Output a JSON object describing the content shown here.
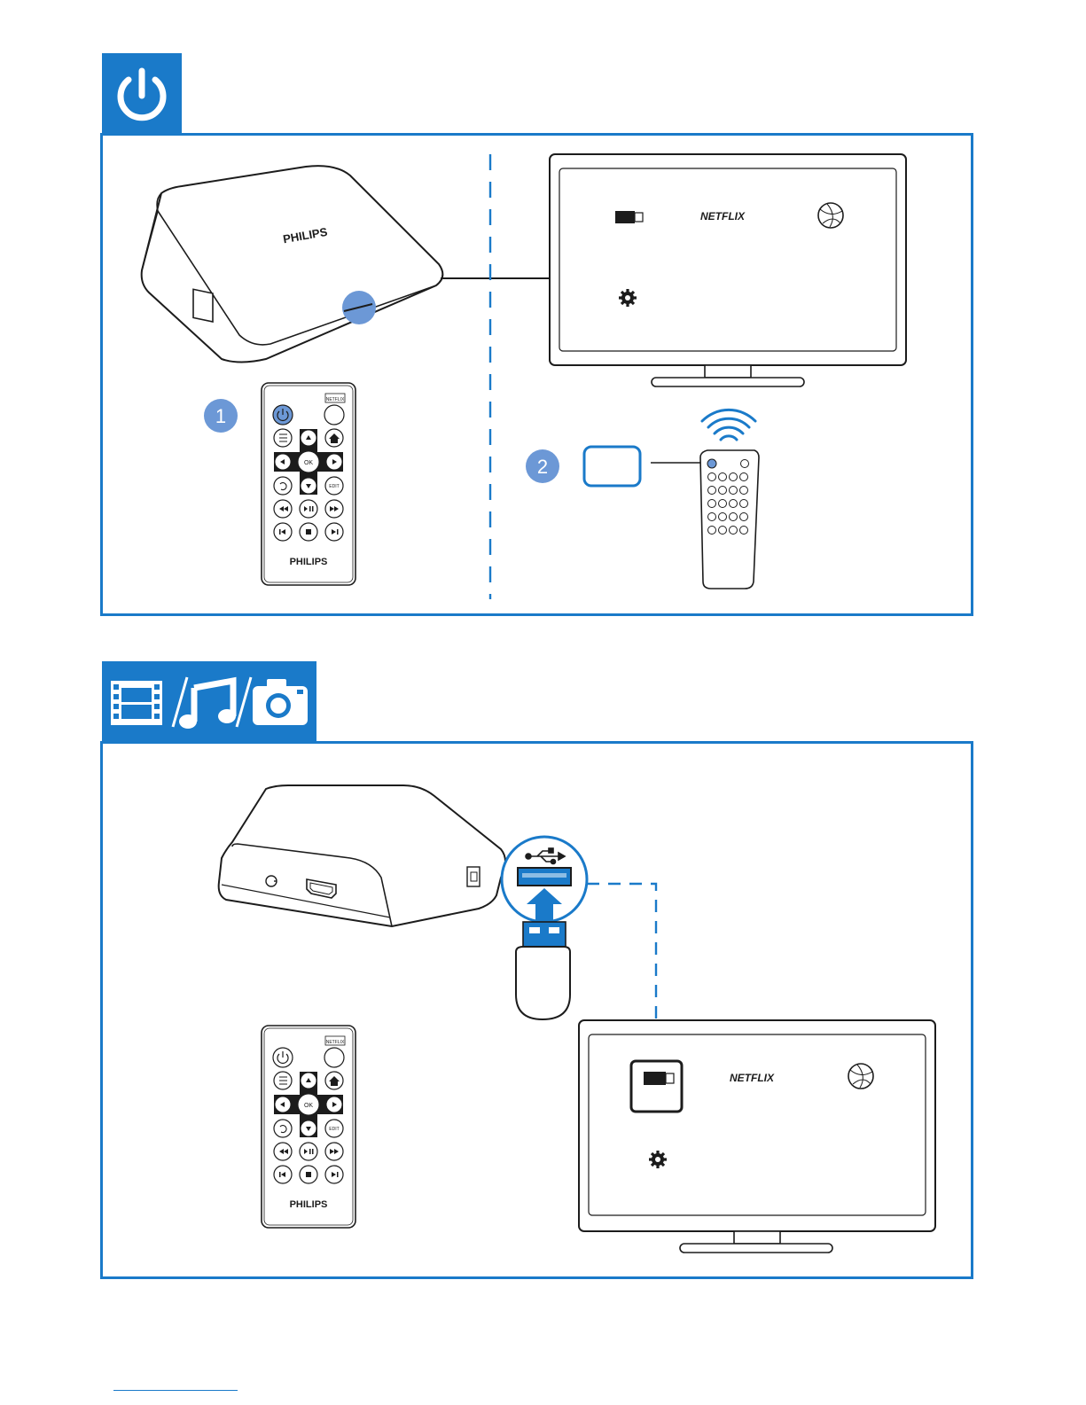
{
  "colors": {
    "accent": "#1a7ac9",
    "highlight": "#6c98d6",
    "stroke": "#1c1c1c"
  },
  "icons": {
    "section1": "power-icon",
    "section2": [
      "film-icon",
      "music-note-icon",
      "camera-icon"
    ]
  },
  "brand": {
    "name": "PHILIPS",
    "remote_brand": "PHILIPS",
    "netflix_text": "NETFLIX",
    "netflix_key": "NETFLIX"
  },
  "remote": {
    "ok_label": "OK",
    "edit_label": "EDIT"
  },
  "steps": {
    "step1": "1",
    "step2": "2"
  }
}
